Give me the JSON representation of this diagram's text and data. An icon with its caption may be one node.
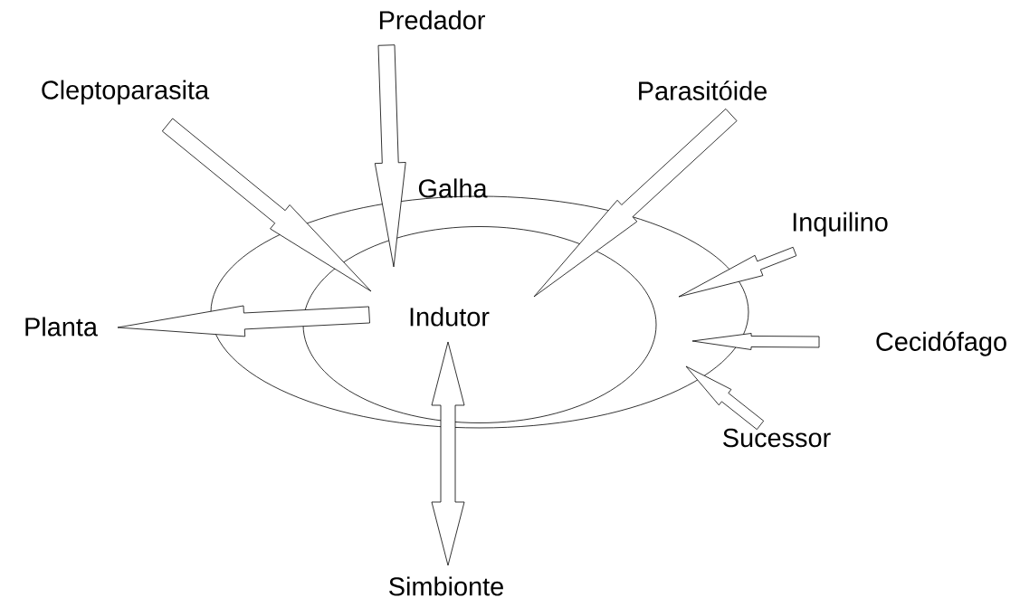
{
  "diagram": {
    "nodes": [
      {
        "text": [
          "Galha"
        ]
      },
      {
        "text": [
          "Indutor"
        ],
        "in": 0
      },
      {
        "text": [
          "Predador"
        ]
      },
      {
        "text": [
          "Cleptoparasita"
        ]
      },
      {
        "text": [
          "Parasitóide"
        ]
      },
      {
        "text": [
          "Inquilino"
        ]
      },
      {
        "text": [
          "Planta"
        ]
      },
      {
        "text": [
          "Cecidófago"
        ]
      },
      {
        "text": [
          "Sucessor"
        ]
      },
      {
        "text": [
          "Simbionte"
        ]
      }
    ],
    "edges": [
      {
        "from": 2,
        "to": 1,
        "arrow": "to"
      },
      {
        "from": 3,
        "to": 1,
        "arrow": "to"
      },
      {
        "from": 4,
        "to": 1,
        "arrow": "to"
      },
      {
        "from": 5,
        "to": 0,
        "arrow": "to"
      },
      {
        "from": 1,
        "to": 6,
        "arrow": "to"
      },
      {
        "from": 7,
        "to": 0,
        "arrow": "to"
      },
      {
        "from": 8,
        "to": 0,
        "arrow": "to"
      },
      {
        "from": 1,
        "to": 9,
        "arrow": "both"
      }
    ]
  }
}
